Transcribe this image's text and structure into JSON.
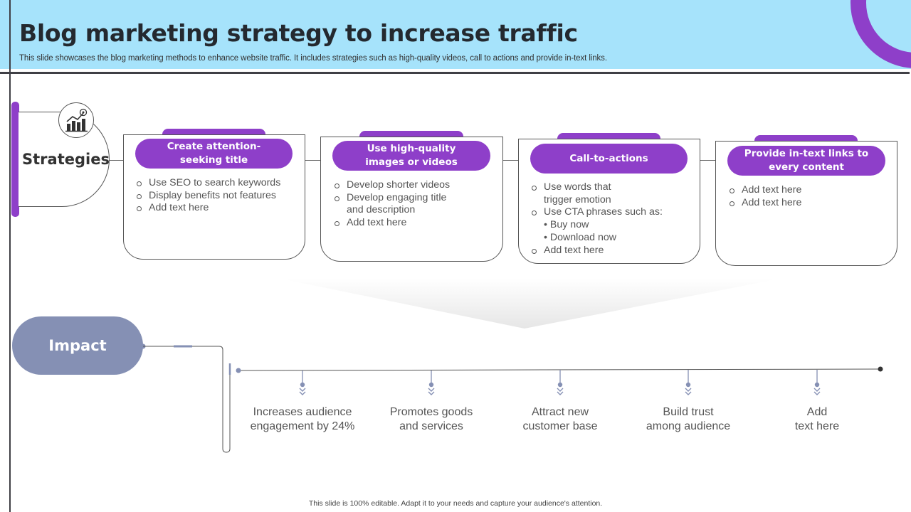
{
  "header": {
    "title": "Blog marketing strategy to increase traffic",
    "subtitle": "This slide showcases the blog marketing methods to enhance website traffic. It includes strategies such as high-quality videos, call to  actions and provide in-text links."
  },
  "strategies": {
    "label": "Strategies",
    "icon": "growth-chart-icon",
    "cards": [
      {
        "title": "Create attention-\nseeking title",
        "items": [
          {
            "type": "circle",
            "text": "Use SEO to search keywords"
          },
          {
            "type": "circle",
            "text": "Display benefits not features"
          },
          {
            "type": "circle",
            "text": "Add text here"
          }
        ]
      },
      {
        "title": "Use high-quality\nimages or videos",
        "items": [
          {
            "type": "circle",
            "text": "Develop shorter videos"
          },
          {
            "type": "circle",
            "text": "Develop engaging title"
          },
          {
            "type": "cont",
            "text": "and description"
          },
          {
            "type": "circle",
            "text": "Add text here"
          }
        ]
      },
      {
        "title": "Call-to-actions",
        "items": [
          {
            "type": "circle",
            "text": "Use words that"
          },
          {
            "type": "cont",
            "text": "trigger emotion"
          },
          {
            "type": "circle",
            "text": "Use CTA phrases such as:"
          },
          {
            "type": "dot",
            "text": "• Buy now"
          },
          {
            "type": "dot",
            "text": "• Download now"
          },
          {
            "type": "circle",
            "text": "Add text here"
          }
        ]
      },
      {
        "title": "Provide in-text links to\nevery content",
        "items": [
          {
            "type": "circle",
            "text": "Add text here"
          },
          {
            "type": "circle",
            "text": "Add text here"
          }
        ]
      }
    ]
  },
  "impact": {
    "label": "Impact",
    "items": [
      "Increases audience\nengagement by 24%",
      "Promotes goods\nand services",
      "Attract new\ncustomer base",
      "Build trust\namong audience",
      "Add\ntext here"
    ]
  },
  "footer": "This slide is 100% editable. Adapt it to your needs and capture your audience's attention.",
  "colors": {
    "header_bg": "#a6e3fb",
    "accent_purple": "#8e3fc9",
    "impact_slate": "#8590b4",
    "line_gray": "#555555"
  }
}
